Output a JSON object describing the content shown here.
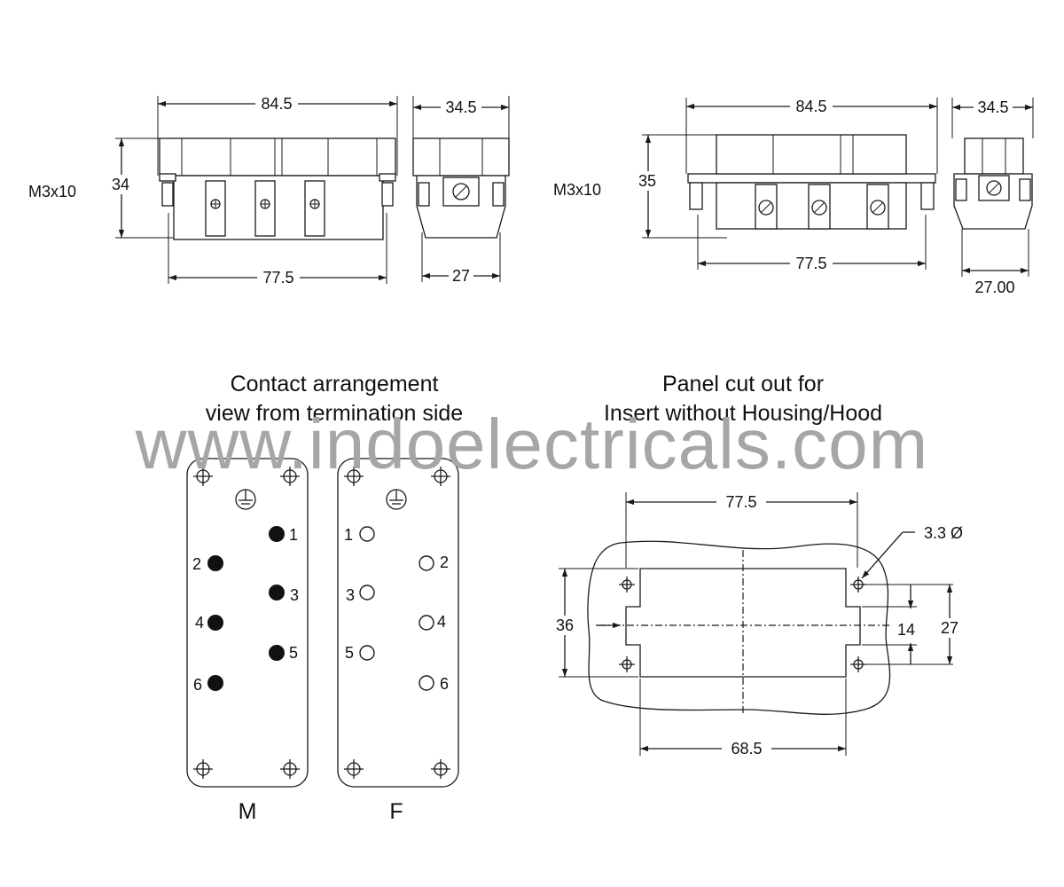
{
  "top_left": {
    "screw_label": "M3x10",
    "width_dim": "84.5",
    "height_dim": "34",
    "bottom_dim": "77.5",
    "side_width_dim": "34.5",
    "side_bottom_dim": "27"
  },
  "top_right": {
    "screw_label": "M3x10",
    "width_dim": "84.5",
    "height_dim": "35",
    "bottom_dim": "77.5",
    "side_width_dim": "34.5",
    "side_bottom_dim": "27.00"
  },
  "contact": {
    "title_line1": "Contact arrangement",
    "title_line2": "view from termination side",
    "male_label": "M",
    "female_label": "F",
    "male_pins": [
      "1",
      "2",
      "3",
      "4",
      "5",
      "6"
    ],
    "female_pins": [
      "1",
      "2",
      "3",
      "4",
      "5",
      "6"
    ]
  },
  "panel": {
    "title_line1": "Panel cut out for",
    "title_line2": "Insert without Housing/Hood",
    "top_dim": "77.5",
    "hole_dim": "3.3 Ø",
    "left_dim": "36",
    "right_inner_dim": "14",
    "right_outer_dim": "27",
    "bottom_dim": "68.5"
  },
  "watermark": "www.indoelectricals.com"
}
